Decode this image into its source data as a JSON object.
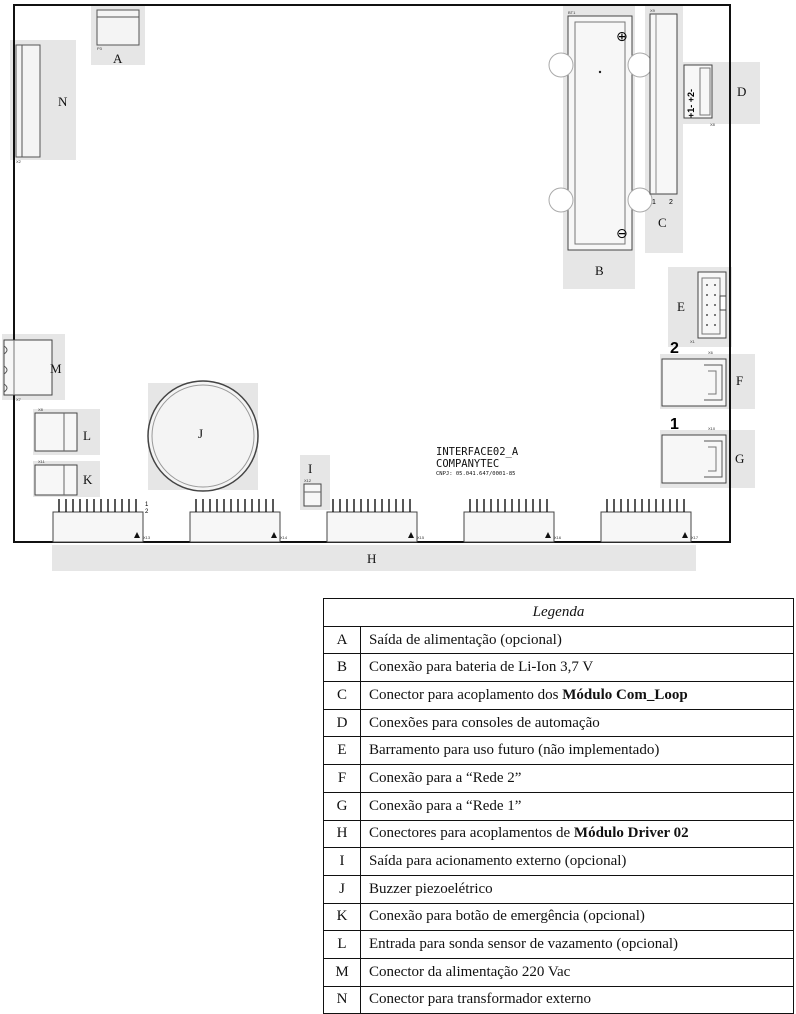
{
  "board": {
    "pcb_labels": {
      "A": "A",
      "B": "B",
      "C": "C",
      "D": "D",
      "E": "E",
      "F": "F",
      "G": "G",
      "H": "H",
      "I": "I",
      "J": "J",
      "K": "K",
      "L": "L",
      "M": "M",
      "N": "N"
    },
    "network_numbers": {
      "net2": "2",
      "net1": "1"
    },
    "console_polarity": "+1- +2-",
    "pin_numbers": {
      "c_pin1": "1",
      "c_pin2": "2",
      "h_pin1": "1",
      "h_pin2": "2"
    },
    "silk_refs": {
      "a": "P3",
      "b": "BT1",
      "c": "X9",
      "d": "X8",
      "e": "X1",
      "f": "X6",
      "g": "X10",
      "i": "X12",
      "k": "X11",
      "l": "X8",
      "m": "X7",
      "n": "X2",
      "h1": "X13",
      "h2": "X14",
      "h3": "X15",
      "h4": "X16",
      "h5": "X17"
    },
    "product_marking": {
      "line1": "INTERFACE02_A",
      "line2": "COMPANYTEC",
      "line3": "CNPJ: 05.041.647/0001-85"
    },
    "battery_polarity": {
      "plus": "⊕",
      "minus": "⊖"
    }
  },
  "legend": {
    "title": "Legenda",
    "rows": [
      {
        "key": "A",
        "text": "Saída de alimentação (opcional)",
        "bold": ""
      },
      {
        "key": "B",
        "text": "Conexão para bateria de Li-Ion 3,7 V",
        "bold": ""
      },
      {
        "key": "C",
        "text": "Conector para acoplamento dos ",
        "bold": "Módulo Com_Loop"
      },
      {
        "key": "D",
        "text": "Conexões para consoles de automação",
        "bold": ""
      },
      {
        "key": "E",
        "text": "Barramento para uso futuro (não implementado)",
        "bold": ""
      },
      {
        "key": "F",
        "text": "Conexão para a “Rede 2”",
        "bold": ""
      },
      {
        "key": "G",
        "text": "Conexão para a “Rede 1”",
        "bold": ""
      },
      {
        "key": "H",
        "text": "Conectores para acoplamentos de ",
        "bold": "Módulo Driver 02"
      },
      {
        "key": "I",
        "text": "Saída para acionamento externo (opcional)",
        "bold": ""
      },
      {
        "key": "J",
        "text": "Buzzer piezoelétrico",
        "bold": ""
      },
      {
        "key": "K",
        "text": "Conexão para botão de emergência (opcional)",
        "bold": ""
      },
      {
        "key": "L",
        "text": "Entrada para sonda sensor de vazamento (opcional)",
        "bold": ""
      },
      {
        "key": "M",
        "text": "Conector da alimentação 220 Vac",
        "bold": ""
      },
      {
        "key": "N",
        "text": "Conector para transformador externo",
        "bold": ""
      }
    ]
  }
}
